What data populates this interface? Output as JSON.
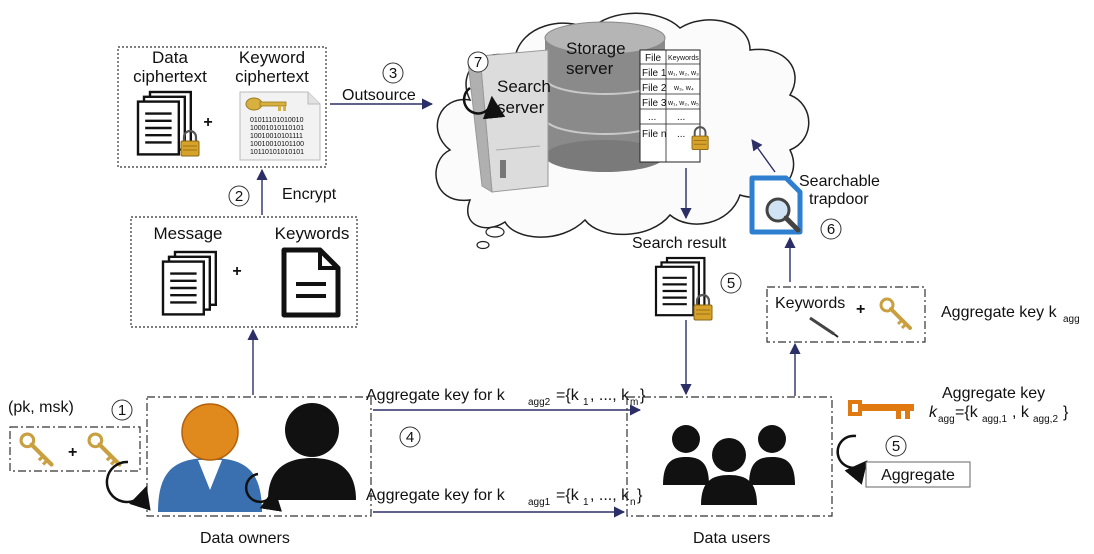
{
  "labels": {
    "data_ciphertext_1": "Data",
    "data_ciphertext_2": "ciphertext",
    "keyword_ciphertext_1": "Keyword",
    "keyword_ciphertext_2": "ciphertext",
    "plus": "+",
    "outsource": "Outsource",
    "encrypt": "Encrypt",
    "message": "Message",
    "keywords": "Keywords",
    "storage_server_1": "Storage",
    "storage_server_2": "server",
    "search_server_1": "Search",
    "search_server_2": "server",
    "search_result": "Search result",
    "searchable_trapdoor_1": "Searchable",
    "searchable_trapdoor_2": "trapdoor",
    "keywords_box": "Keywords",
    "aggregate_key_kagg": "Aggregate key k",
    "agg_sub": "agg",
    "pk_msk": "(pk, msk)",
    "agg_key_kagg2": "Aggregate key for k",
    "agg2_sub": "agg2",
    "agg2_rest_a": "={k",
    "agg2_rest_b": ", ..., k",
    "agg2_rest_c": "}",
    "agg_key_kagg1": "Aggregate key for k",
    "agg1_sub": "agg1",
    "aggregate_key_title": "Aggregate key",
    "aggregate_key_formula_a": "k",
    "aggregate_key_formula_b": "={k",
    "aggregate_key_formula_c": ", k",
    "aggregate_key_formula_d": "}",
    "agg1_idx": "agg,1",
    "agg2_idx": "agg,2",
    "aggregate_button": "Aggregate",
    "data_owners": "Data owners",
    "data_users": "Data users",
    "sub_1": "1",
    "sub_m": "m",
    "sub_n": "n"
  },
  "steps": {
    "s1": "1",
    "s2": "2",
    "s3": "3",
    "s4": "4",
    "s5a": "5",
    "s5b": "5",
    "s6": "6",
    "s7": "7"
  },
  "file_table": {
    "header": [
      "File",
      "Keywords"
    ],
    "rows": [
      [
        "File 1",
        "w₁, w₂, w₃"
      ],
      [
        "File 2",
        "w₃, w₄"
      ],
      [
        "File 3",
        "w₁, w₂, w₅"
      ],
      [
        "...",
        "..."
      ],
      [
        "File n",
        "..."
      ]
    ]
  },
  "cipher_bits": [
    "01011101010010",
    "10001010110101",
    "10010010101111",
    "10010010101100",
    "10110101010101"
  ],
  "colors": {
    "arrow": "#2b2f66",
    "lock": "#d7a22a",
    "key_gold": "#c9a040",
    "key_orange": "#e07a10",
    "owner_orange": "#e08a1e",
    "owner_blue": "#3a6fb0",
    "trapdoor_blue": "#2e7fd0"
  },
  "icons": [
    "document-stack-icon",
    "lock-icon",
    "key-icon",
    "document-icon",
    "cloud-icon",
    "database-icon",
    "server-tower-icon",
    "refresh-arrow-icon",
    "user-avatar-icon",
    "user-silhouette-icon",
    "user-group-icon",
    "magnifier-document-icon",
    "pen-icon"
  ]
}
